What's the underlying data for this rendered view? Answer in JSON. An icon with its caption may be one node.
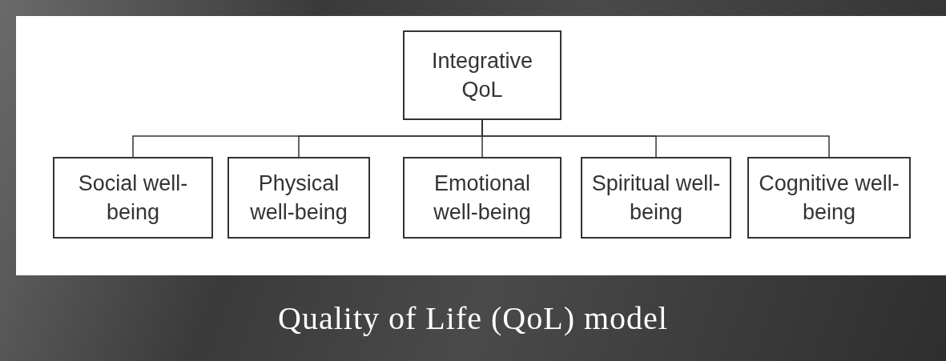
{
  "diagram": {
    "title": "Quality of Life (QoL) model",
    "nodes": [
      {
        "text": [
          "Integrative QoL"
        ]
      },
      {
        "text": [
          "Social well-being"
        ]
      },
      {
        "text": [
          "Physical well-being"
        ]
      },
      {
        "text": [
          "Emotional well-being"
        ]
      },
      {
        "text": [
          "Spiritual well-being"
        ]
      },
      {
        "text": [
          "Cognitive well-being"
        ]
      }
    ],
    "edges": [
      {
        "from": 0,
        "to": 1,
        "arrow": "none"
      },
      {
        "from": 0,
        "to": 2,
        "arrow": "none"
      },
      {
        "from": 0,
        "to": 3,
        "arrow": "none"
      },
      {
        "from": 0,
        "to": 4,
        "arrow": "none"
      },
      {
        "from": 0,
        "to": 5,
        "arrow": "none"
      }
    ]
  }
}
